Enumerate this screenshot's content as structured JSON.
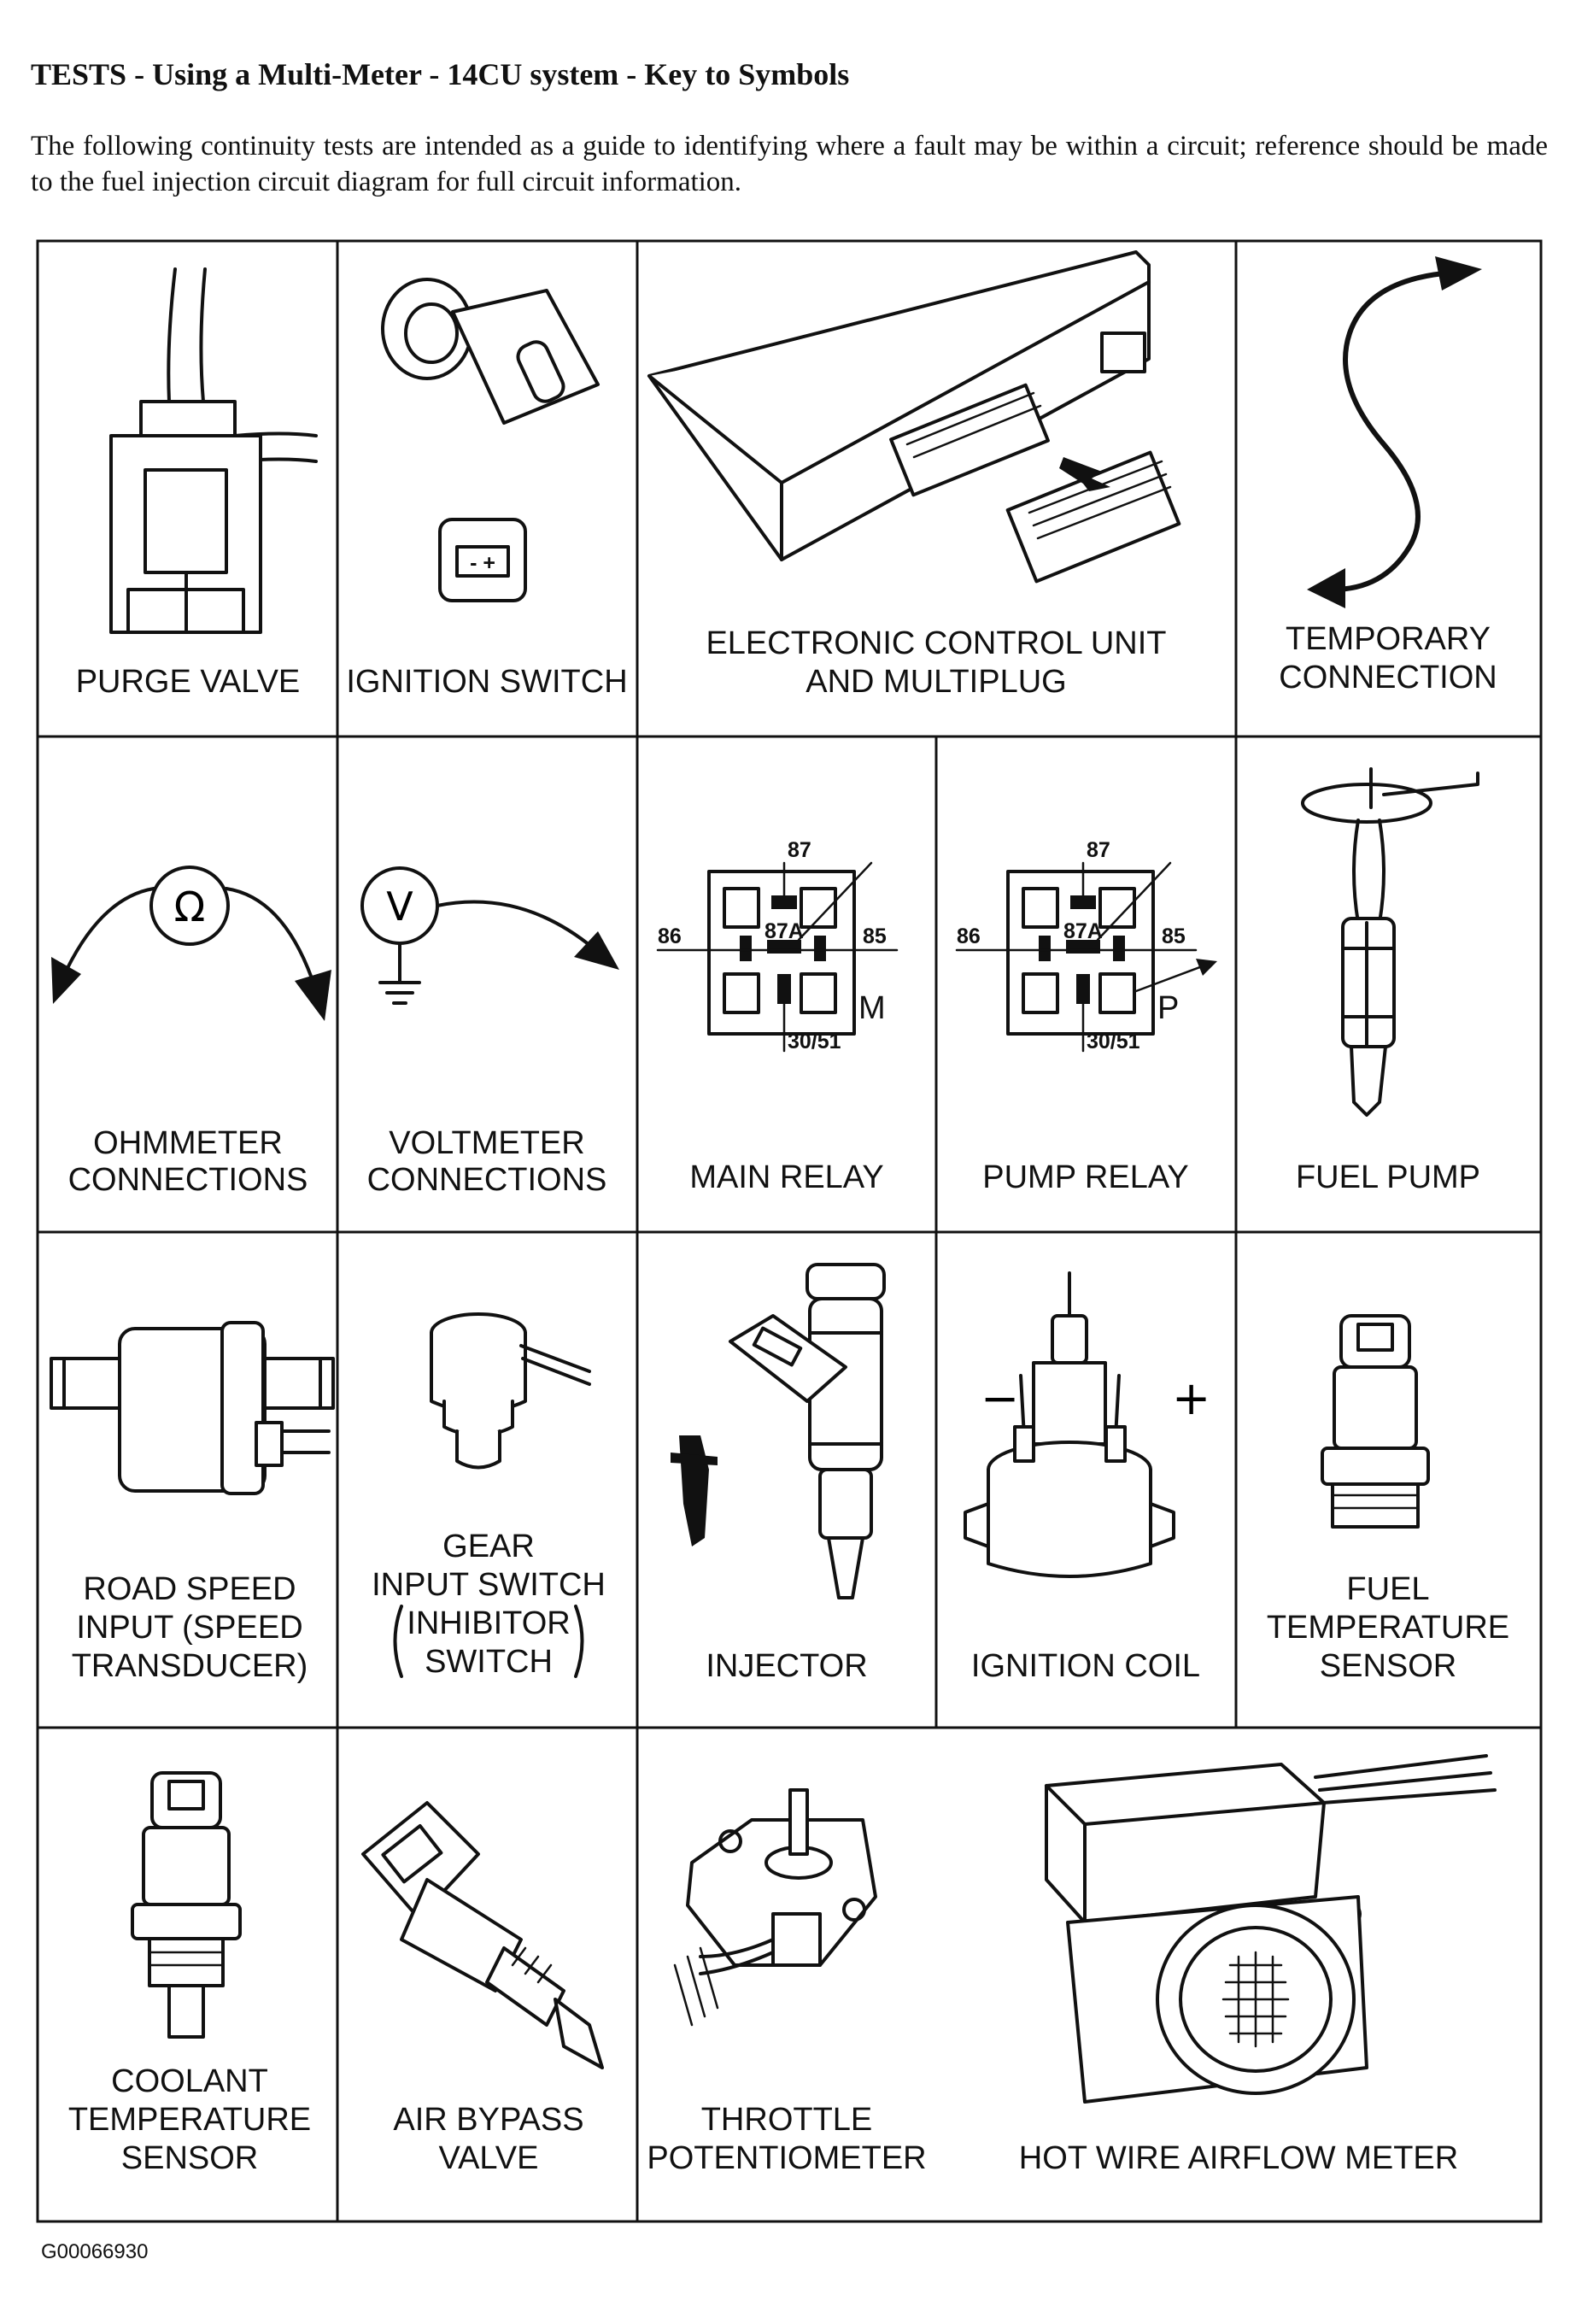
{
  "header": {
    "title": "TESTS - Using a Multi-Meter - 14CU system - Key to Symbols",
    "intro": "The following continuity tests are intended as a guide to identifying where a fault may be within a circuit; reference should be made to the fuel injection circuit diagram for full circuit information."
  },
  "symbols": {
    "purge_valve": [
      "PURGE VALVE"
    ],
    "ignition_switch": [
      "IGNITION SWITCH"
    ],
    "ecu": [
      "ELECTRONIC CONTROL UNIT",
      "AND MULTIPLUG"
    ],
    "temporary_connection": [
      "TEMPORARY",
      "CONNECTION"
    ],
    "ohmmeter": [
      "OHMMETER",
      "CONNECTIONS"
    ],
    "voltmeter": [
      "VOLTMETER",
      "CONNECTIONS"
    ],
    "main_relay": [
      "MAIN RELAY"
    ],
    "pump_relay": [
      "PUMP RELAY"
    ],
    "fuel_pump": [
      "FUEL PUMP"
    ],
    "road_speed": [
      "ROAD SPEED",
      "INPUT (SPEED",
      "TRANSDUCER)"
    ],
    "gear_switch": [
      "GEAR",
      "INPUT SWITCH",
      "INHIBITOR",
      "SWITCH"
    ],
    "injector": [
      "INJECTOR"
    ],
    "ignition_coil": [
      "IGNITION COIL"
    ],
    "fuel_temp": [
      "FUEL",
      "TEMPERATURE",
      "SENSOR"
    ],
    "coolant_temp": [
      "COOLANT",
      "TEMPERATURE",
      "SENSOR"
    ],
    "air_bypass": [
      "AIR BYPASS",
      "VALVE"
    ],
    "throttle_pot": [
      "THROTTLE",
      "POTENTIOMETER"
    ],
    "airflow_meter": [
      "HOT WIRE AIRFLOW METER"
    ]
  },
  "glyphs": {
    "ohm": "Ω",
    "volt": "V",
    "battery": "- +",
    "minus": "−",
    "plus": "+"
  },
  "relay_pins": {
    "p87": "87",
    "p87a": "87A",
    "p86": "86",
    "p85": "85",
    "p3051": "30/51",
    "main_tag": "M",
    "pump_tag": "P"
  },
  "figure_id": "G00066930"
}
